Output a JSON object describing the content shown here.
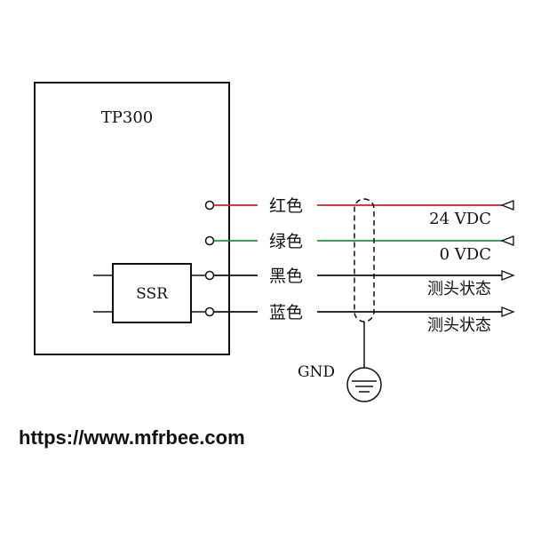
{
  "device": {
    "name": "TP300",
    "relay_label": "SSR"
  },
  "wires": [
    {
      "color_label": "红色",
      "signal": "24 VDC",
      "color": "#d42020"
    },
    {
      "color_label": "绿色",
      "signal": "0 VDC",
      "color": "#1a9a3a"
    },
    {
      "color_label": "黑色",
      "signal": "测头状态",
      "color": "#111111"
    },
    {
      "color_label": "蓝色",
      "signal": "测头状态",
      "color": "#111111"
    }
  ],
  "ground_label": "GND",
  "website": "https://www.mfrbee.com"
}
